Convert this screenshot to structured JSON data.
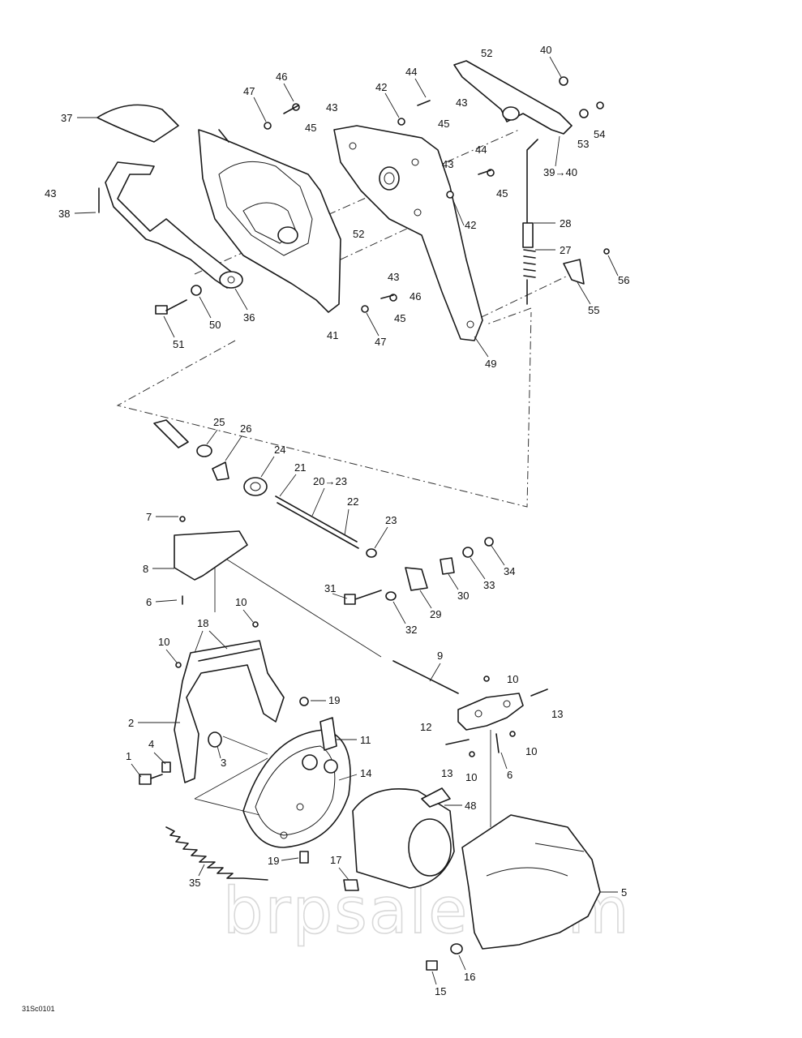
{
  "watermark": "brpsale.com",
  "drawing_code": "31Sc0101",
  "callouts": {
    "c1": "1",
    "c2": "2",
    "c3": "3",
    "c4": "4",
    "c5": "5",
    "c6a": "6",
    "c6b": "6",
    "c7": "7",
    "c8": "8",
    "c9": "9",
    "c10a": "10",
    "c10b": "10",
    "c10c": "10",
    "c10d": "10",
    "c10e": "10",
    "c11": "11",
    "c12": "12",
    "c13a": "13",
    "c13b": "13",
    "c14": "14",
    "c15": "15",
    "c16": "16",
    "c17": "17",
    "c18": "18",
    "c19a": "19",
    "c19b": "19",
    "c20": "20→23",
    "c21": "21",
    "c22": "22",
    "c23": "23",
    "c24": "24",
    "c25": "25",
    "c26": "26",
    "c27": "27",
    "c28": "28",
    "c29": "29",
    "c30": "30",
    "c31": "31",
    "c32": "32",
    "c33": "33",
    "c34": "34",
    "c35": "35",
    "c36": "36",
    "c37": "37",
    "c38": "38",
    "c39": "39→40",
    "c40": "40",
    "c41": "41",
    "c42a": "42",
    "c42b": "42",
    "c43a": "43",
    "c43b": "43",
    "c43c": "43",
    "c43d": "43",
    "c43e": "43",
    "c44a": "44",
    "c44b": "44",
    "c45a": "45",
    "c45b": "45",
    "c45c": "45",
    "c45d": "45",
    "c46a": "46",
    "c46b": "46",
    "c47a": "47",
    "c47b": "47",
    "c48": "48",
    "c49": "49",
    "c50": "50",
    "c51": "51",
    "c52a": "52",
    "c52b": "52",
    "c53": "53",
    "c54": "54",
    "c55": "55",
    "c56": "56"
  }
}
